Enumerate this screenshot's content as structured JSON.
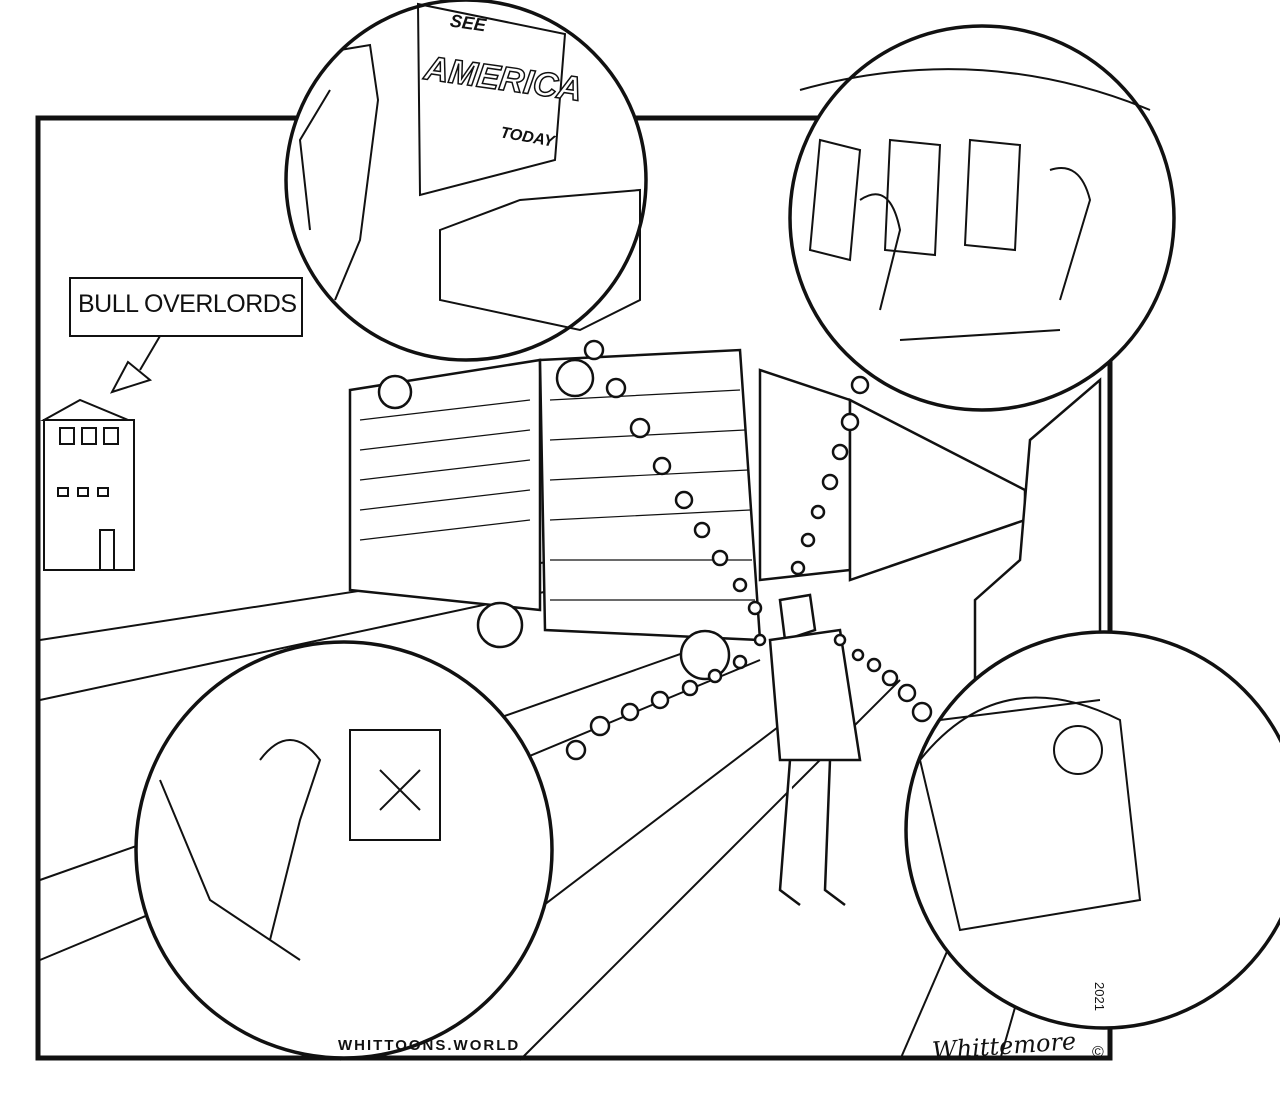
{
  "cartoon": {
    "sign_label": "BULL OVERLORDS",
    "billboard": {
      "line1": "SEE",
      "line2": "AMERICA",
      "line3": "TODAY"
    },
    "website": "WHITTOONS.WORLD",
    "signature": "Whittemore",
    "year": "2021",
    "copyright": "©"
  }
}
